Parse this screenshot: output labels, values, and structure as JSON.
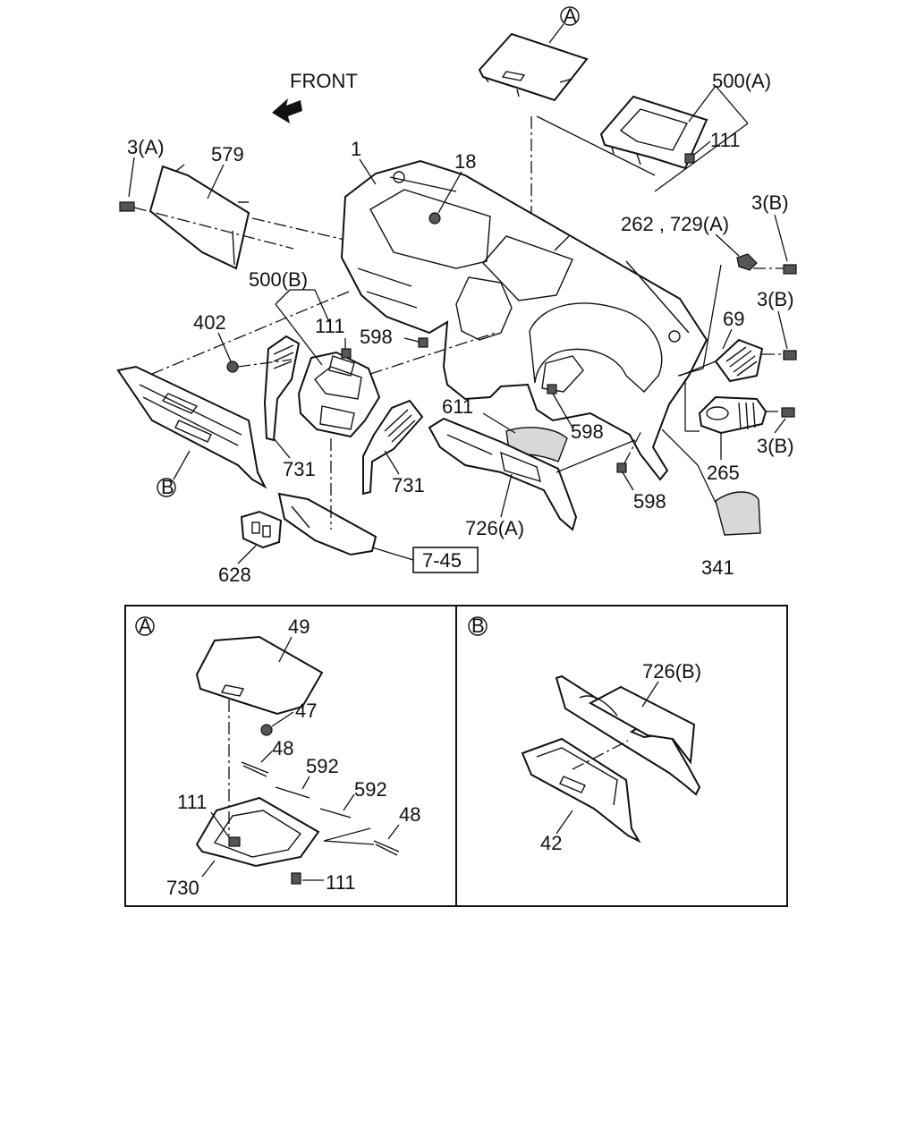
{
  "front_label": "FRONT",
  "ref_box": "7-45",
  "panel_a": {
    "marker": "A"
  },
  "panel_b": {
    "marker": "B"
  },
  "markers": {
    "top_a": "A",
    "glovebox_b": "B"
  },
  "parts": {
    "p1": "1",
    "p18": "18",
    "p3a": "3(A)",
    "p579": "579",
    "p500a": "500(A)",
    "p111_top": "111",
    "p262": "262 , 729(A)",
    "p3b_1": "3(B)",
    "p3b_2": "3(B)",
    "p3b_3": "3(B)",
    "p69": "69",
    "p500b": "500(B)",
    "p111_mid": "111",
    "p402": "402",
    "p598_a": "598",
    "p598_b": "598",
    "p598_c": "598",
    "p611": "611",
    "p731_l": "731",
    "p731_r": "731",
    "p265": "265",
    "p726a": "726(A)",
    "p628": "628",
    "p341": "341",
    "p49": "49",
    "p47": "47",
    "p48_l": "48",
    "p48_r": "48",
    "p592_a": "592",
    "p592_b": "592",
    "p111_a1": "111",
    "p111_a2": "111",
    "p730": "730",
    "p726b": "726(B)",
    "p42": "42"
  }
}
